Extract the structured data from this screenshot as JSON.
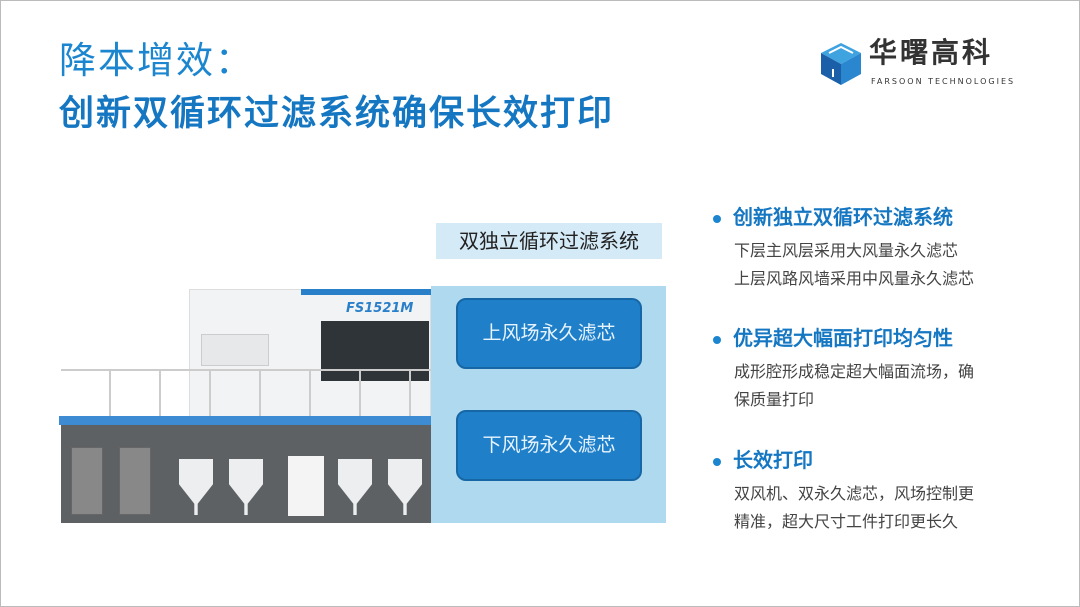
{
  "title": {
    "line1": "降本增效：",
    "line2": "创新双循环过滤系统确保长效打印"
  },
  "logo": {
    "cn": "华曙高科",
    "en": "FARSOON TECHNOLOGIES"
  },
  "figure": {
    "system_label": "双独立循环过滤系统",
    "model": "FS1521M",
    "upper_filter": "上风场永久滤芯",
    "lower_filter": "下风场永久滤芯"
  },
  "points": [
    {
      "heading": "创新独立双循环过滤系统",
      "lines": [
        "下层主风层采用大风量永久滤芯",
        "上层风路风墙采用中风量永久滤芯"
      ]
    },
    {
      "heading": "优异超大幅面打印均匀性",
      "lines": [
        "成形腔形成稳定超大幅面流场，确",
        "保质量打印"
      ]
    },
    {
      "heading": "长效打印",
      "lines": [
        "双风机、双永久滤芯，风场控制更",
        "精准，超大尺寸工件打印更长久"
      ]
    }
  ],
  "colors": {
    "accent": "#1577c2",
    "overlay": "#6eb9e1"
  }
}
